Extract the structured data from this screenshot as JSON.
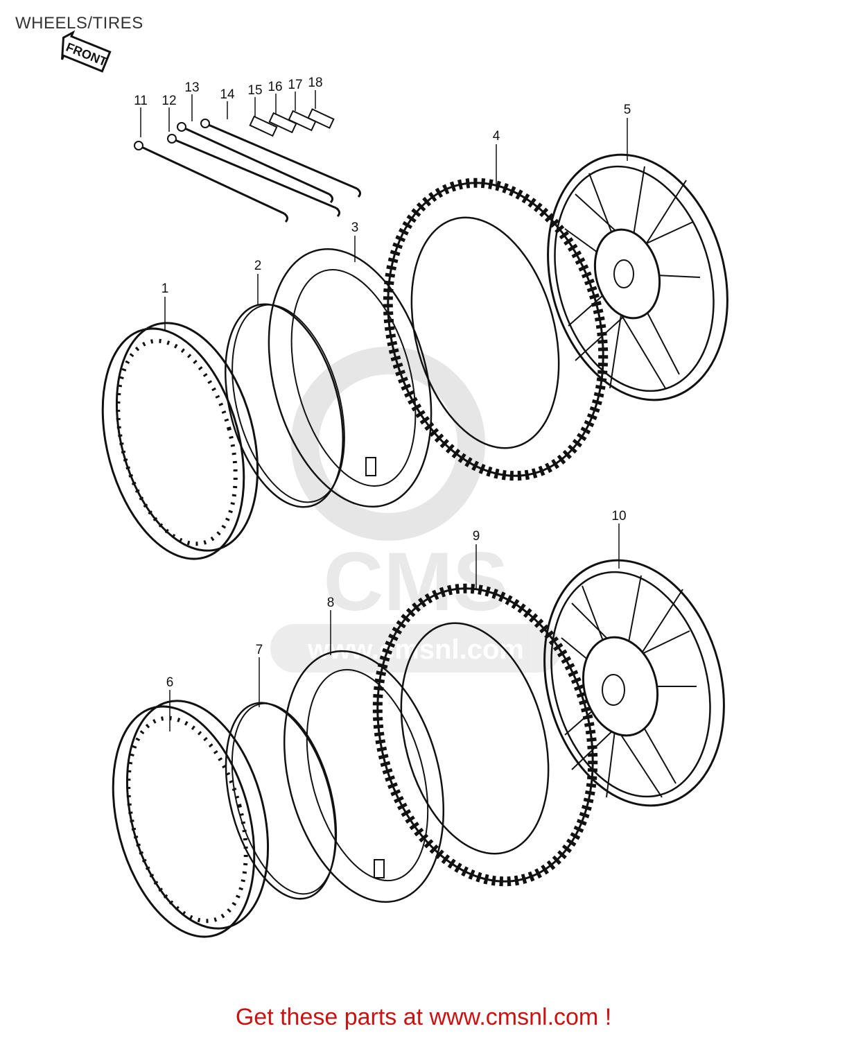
{
  "page": {
    "title": "WHEELS/TIRES",
    "direction_label": "FRONT",
    "cta_text": "Get these parts at www.cmsnl.com !"
  },
  "watermark": {
    "text": "CMS",
    "url_text": "www.cmsnl.com"
  },
  "callouts": [
    "1",
    "2",
    "3",
    "4",
    "5",
    "6",
    "7",
    "8",
    "9",
    "10",
    "11",
    "12",
    "13",
    "14",
    "15",
    "16",
    "17",
    "18"
  ],
  "parts": {
    "upper_wheel": [
      "rim",
      "rim band",
      "tube",
      "tire",
      "spoked wheel assembly"
    ],
    "lower_wheel": [
      "rim",
      "rim band",
      "tube",
      "tire",
      "spoked wheel assembly"
    ],
    "hardware": [
      "spoke",
      "spoke",
      "spoke",
      "spoke",
      "nipple",
      "nipple",
      "nipple",
      "nipple"
    ]
  }
}
